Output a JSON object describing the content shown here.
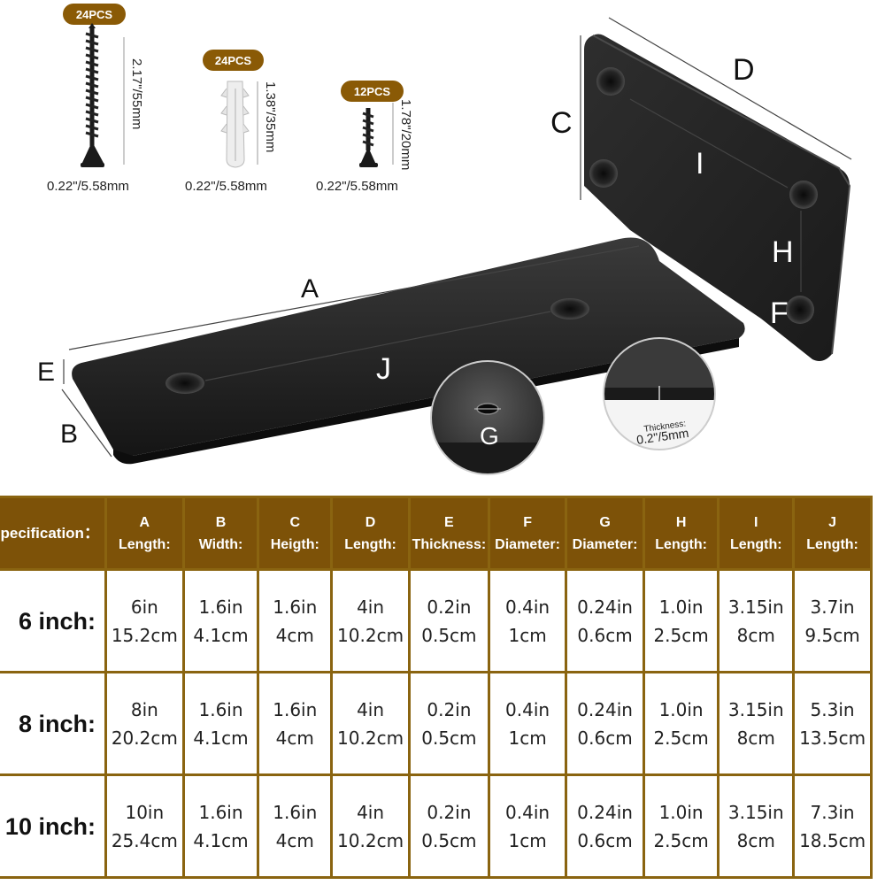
{
  "hardware": [
    {
      "qty": "24PCS",
      "length": "2.17\"/55mm",
      "diameter": "0.22\"/5.58mm",
      "icon": "wood-screw-icon"
    },
    {
      "qty": "24PCS",
      "length": "1.38\"/35mm",
      "diameter": "0.22\"/5.58mm",
      "icon": "wall-anchor-icon"
    },
    {
      "qty": "12PCS",
      "length": "1.78\"/20mm",
      "diameter": "0.22\"/5.58mm",
      "icon": "short-screw-icon"
    }
  ],
  "diagram_labels": {
    "A": "A",
    "B": "B",
    "C": "C",
    "D": "D",
    "E": "E",
    "F": "F",
    "G": "G",
    "H": "H",
    "I": "I",
    "J": "J"
  },
  "thickness_callout": {
    "label": "Thickness:",
    "value": "0.2\"/5mm"
  },
  "table": {
    "corner_label": "Specification：",
    "columns": [
      {
        "letter": "A",
        "name": "Length:"
      },
      {
        "letter": "B",
        "name": "Width:"
      },
      {
        "letter": "C",
        "name": "Heigth:"
      },
      {
        "letter": "D",
        "name": "Length:"
      },
      {
        "letter": "E",
        "name": "Thickness:"
      },
      {
        "letter": "F",
        "name": "Diameter:"
      },
      {
        "letter": "G",
        "name": "Diameter:"
      },
      {
        "letter": "H",
        "name": "Length:"
      },
      {
        "letter": "I",
        "name": "Length:"
      },
      {
        "letter": "J",
        "name": "Length:"
      }
    ],
    "rows": [
      {
        "label": "6 inch:",
        "cells": [
          [
            "6in",
            "15.2cm"
          ],
          [
            "1.6in",
            "4.1cm"
          ],
          [
            "1.6in",
            "4cm"
          ],
          [
            "4in",
            "10.2cm"
          ],
          [
            "0.2in",
            "0.5cm"
          ],
          [
            "0.4in",
            "1cm"
          ],
          [
            "0.24in",
            "0.6cm"
          ],
          [
            "1.0in",
            "2.5cm"
          ],
          [
            "3.15in",
            "8cm"
          ],
          [
            "3.7in",
            "9.5cm"
          ]
        ]
      },
      {
        "label": "8 inch:",
        "cells": [
          [
            "8in",
            "20.2cm"
          ],
          [
            "1.6in",
            "4.1cm"
          ],
          [
            "1.6in",
            "4cm"
          ],
          [
            "4in",
            "10.2cm"
          ],
          [
            "0.2in",
            "0.5cm"
          ],
          [
            "0.4in",
            "1cm"
          ],
          [
            "0.24in",
            "0.6cm"
          ],
          [
            "1.0in",
            "2.5cm"
          ],
          [
            "3.15in",
            "8cm"
          ],
          [
            "5.3in",
            "13.5cm"
          ]
        ]
      },
      {
        "label": "10 inch:",
        "cells": [
          [
            "10in",
            "25.4cm"
          ],
          [
            "1.6in",
            "4.1cm"
          ],
          [
            "1.6in",
            "4cm"
          ],
          [
            "4in",
            "10.2cm"
          ],
          [
            "0.2in",
            "0.5cm"
          ],
          [
            "0.4in",
            "1cm"
          ],
          [
            "0.24in",
            "0.6cm"
          ],
          [
            "1.0in",
            "2.5cm"
          ],
          [
            "3.15in",
            "8cm"
          ],
          [
            "7.3in",
            "18.5cm"
          ]
        ]
      }
    ]
  },
  "colors": {
    "header_bg": "#7d5208",
    "border": "#8a6410",
    "badge": "#8a5a06",
    "bracket": "#1c1c1c"
  }
}
